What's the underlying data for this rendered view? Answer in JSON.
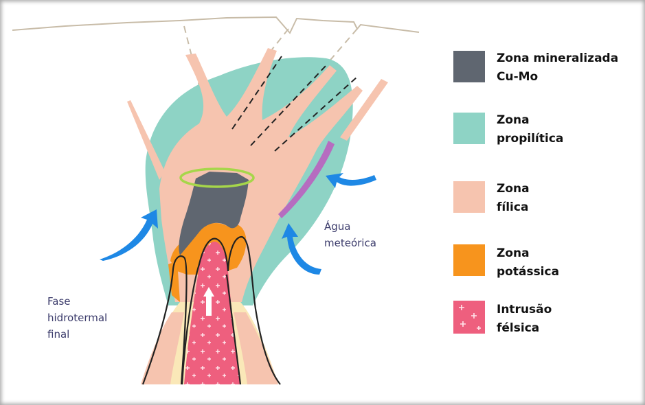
{
  "colors": {
    "mineralized": "#5f6670",
    "propylitic": "#8ed3c5",
    "phyllic": "#f6c4af",
    "potassic": "#f7941d",
    "felsic_intrusion": "#ee5f7e",
    "arrow": "#1e88e5",
    "halo": "#a6d64a",
    "wall_rock": "#fae8b8"
  },
  "icons": {
    "felsic_pattern": "plus-sign-pattern",
    "flow_arrows": "curved-arrow"
  },
  "legend": [
    {
      "key": "mineralized",
      "label": "Zona mineralizada\nCu-Mo"
    },
    {
      "key": "propylitic",
      "label": "Zona\npropilítica"
    },
    {
      "key": "phyllic",
      "label": "Zona\nfílica"
    },
    {
      "key": "potassic",
      "label": "Zona\npotássica"
    },
    {
      "key": "felsic_intrusion",
      "label": "Intrusão\nfélsica"
    }
  ],
  "annotations": {
    "meteoric_water": "Água\nmeteórica",
    "late_hydrothermal": "Fase\nhidrotermal\nfinal"
  }
}
